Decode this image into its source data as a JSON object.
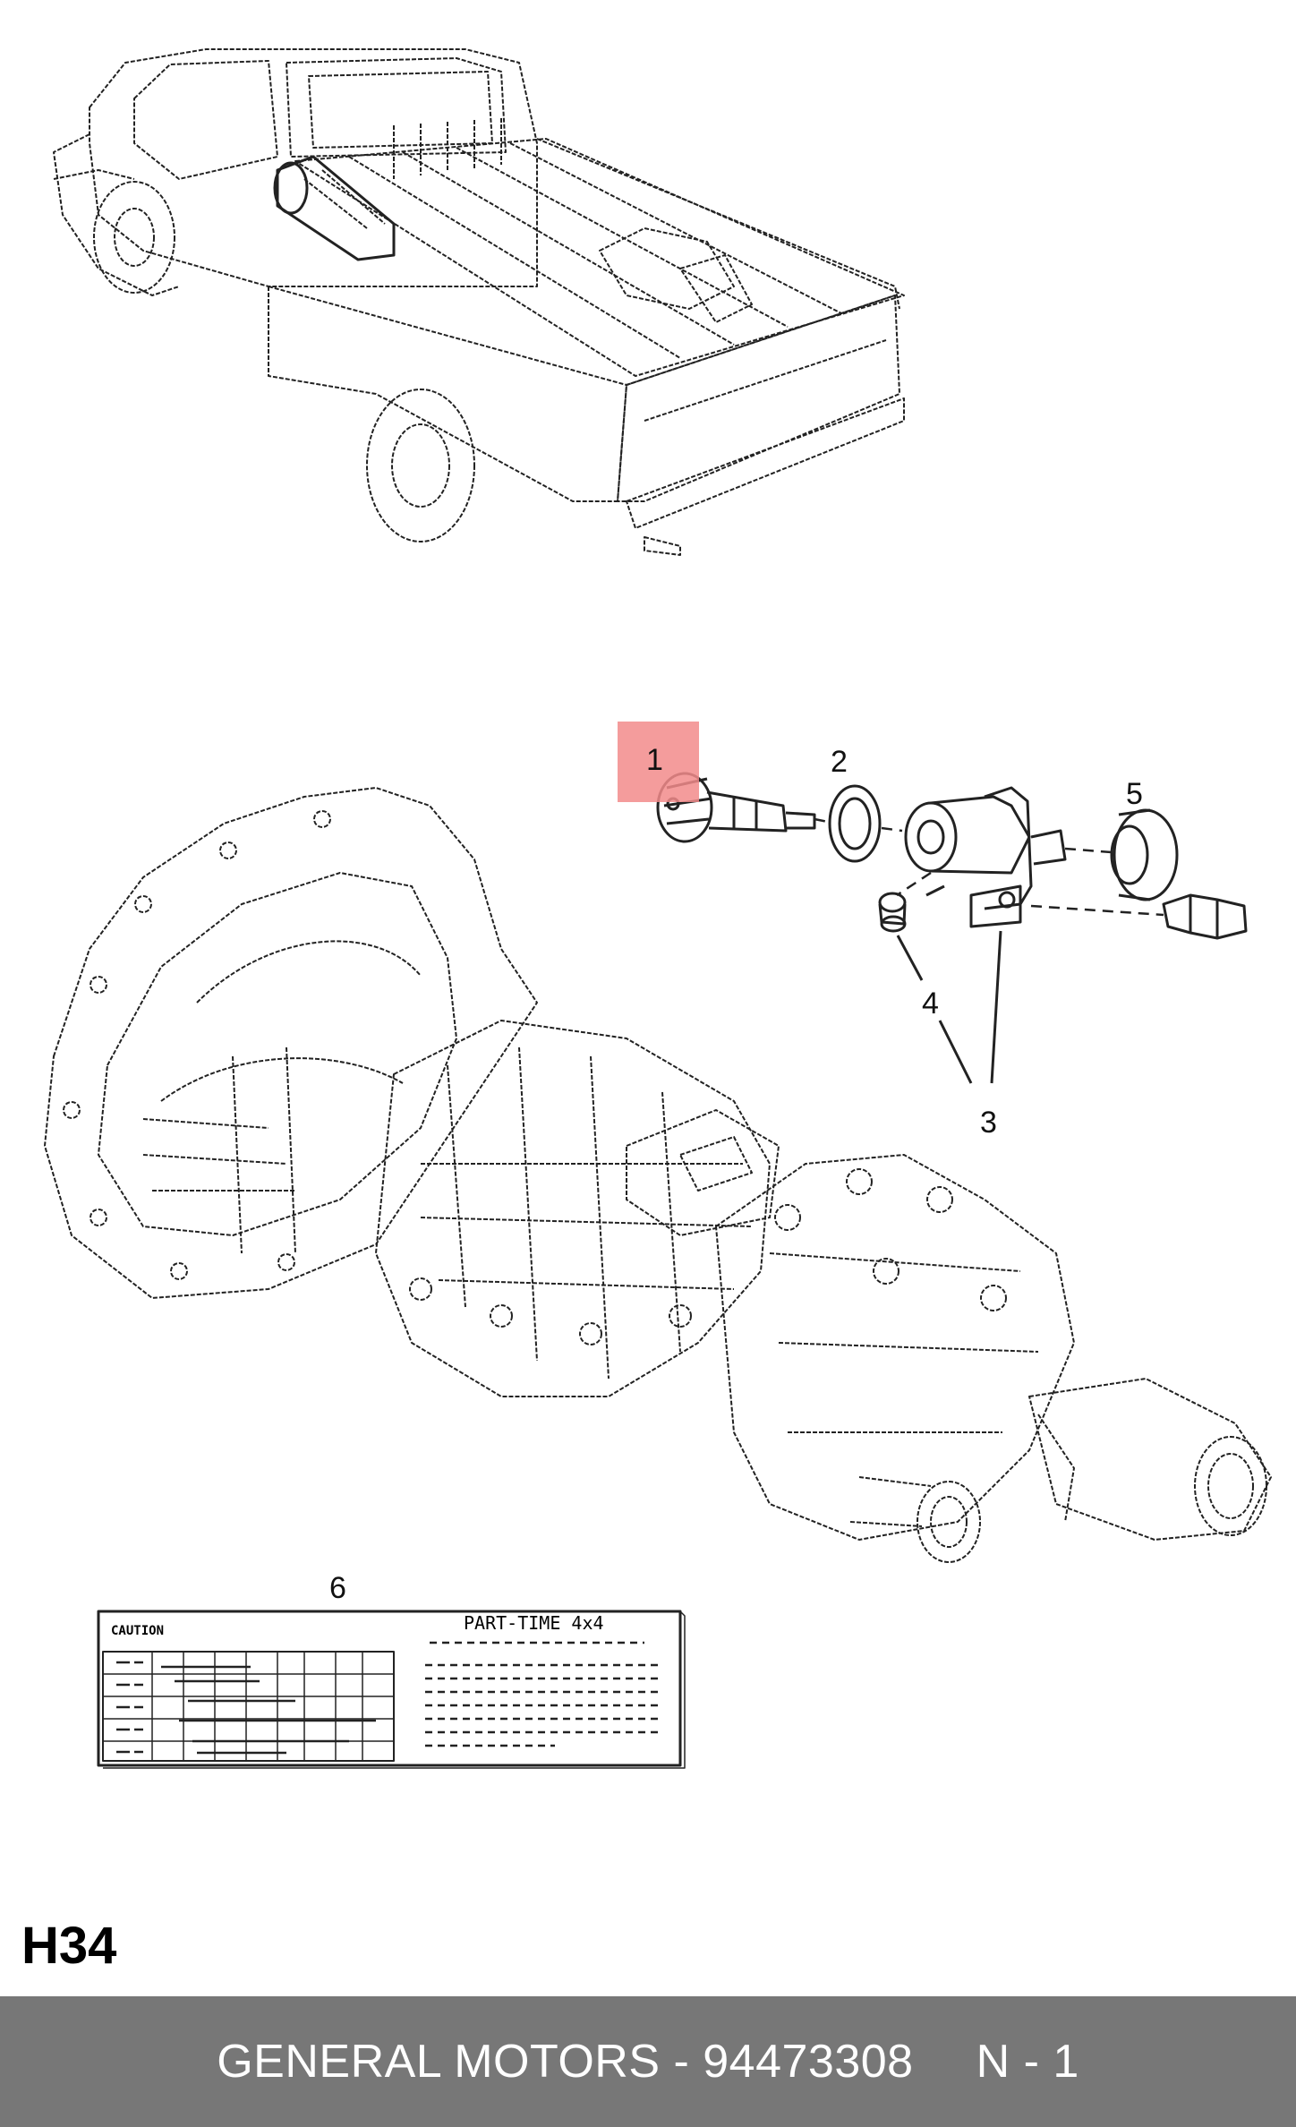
{
  "callouts": {
    "c1": "1",
    "c2": "2",
    "c3": "3",
    "c4": "4",
    "c5": "5",
    "c6": "6"
  },
  "label": {
    "caution": "CAUTION",
    "title": "PART-TIME 4x4"
  },
  "page_code": "H34",
  "footer": {
    "brand_part": "GENERAL MOTORS - 94473308",
    "quantity": "N - 1"
  },
  "colors": {
    "highlight": "#f28b8b",
    "footer_bg": "#777777"
  }
}
